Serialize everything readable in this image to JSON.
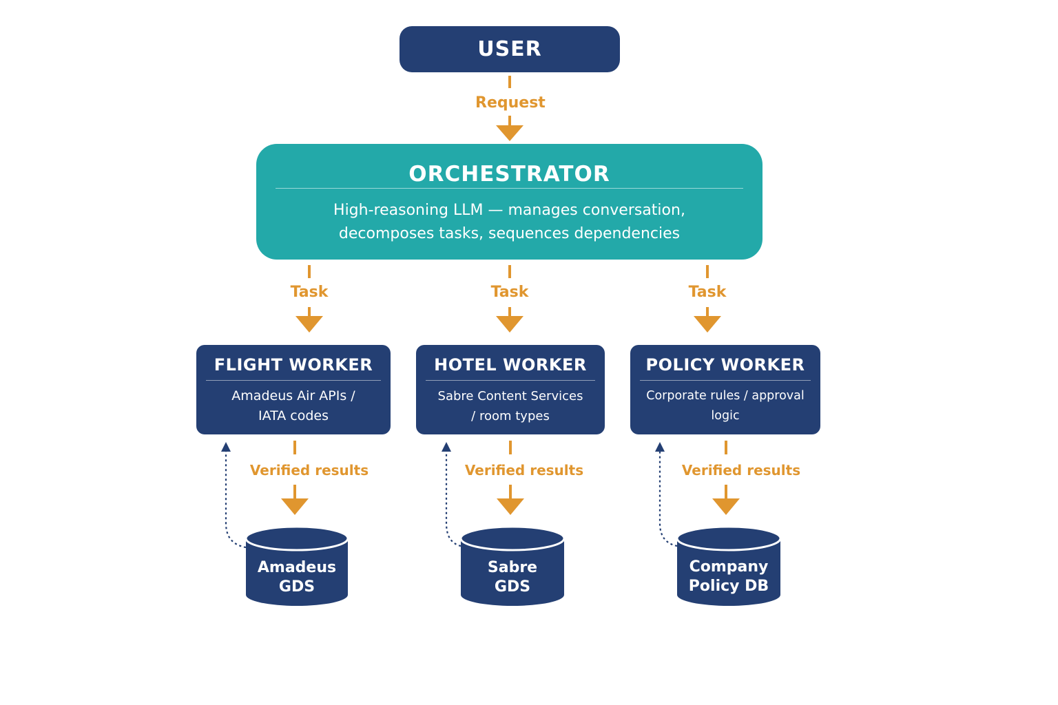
{
  "user": {
    "label": "USER"
  },
  "orchestrator": {
    "title": "ORCHESTRATOR",
    "description_lines": [
      "High-reasoning LLM — manages conversation,",
      "decomposes tasks, sequences dependencies"
    ]
  },
  "edges": {
    "request": "Request",
    "task": "Task",
    "verified": "Verified results"
  },
  "workers": [
    {
      "title": "FLIGHT WORKER",
      "lines": [
        "Amadeus Air APIs /",
        "IATA codes"
      ]
    },
    {
      "title": "HOTEL WORKER",
      "lines": [
        "Sabre Content Services",
        "/ room types"
      ]
    },
    {
      "title": "POLICY WORKER",
      "lines": [
        "Corporate rules / approval",
        "logic"
      ]
    }
  ],
  "databases": [
    {
      "lines": [
        "Amadeus",
        "GDS"
      ]
    },
    {
      "lines": [
        "Sabre",
        "GDS"
      ]
    },
    {
      "lines": [
        "Company",
        "Policy DB"
      ]
    }
  ],
  "colors": {
    "navy": "#243f73",
    "teal": "#23a9a9",
    "orange": "#e0962f"
  }
}
